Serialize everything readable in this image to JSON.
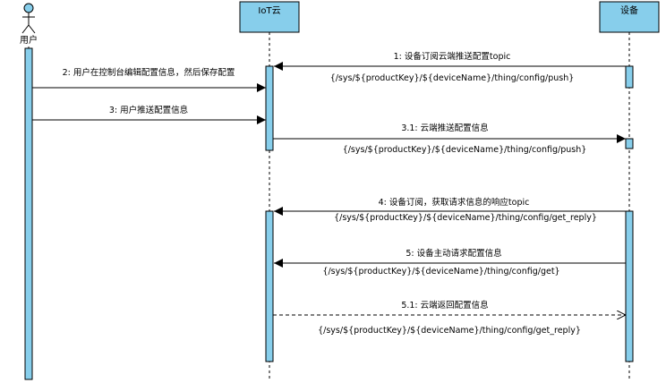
{
  "participants": {
    "user": {
      "label": "用户"
    },
    "cloud": {
      "label": "IoT云"
    },
    "device": {
      "label": "设备"
    }
  },
  "messages": [
    {
      "label": "1: 设备订阅云端推送配置topic",
      "topic": "{/sys/${productKey}/${deviceName}/thing/config/push}",
      "style": "sync"
    },
    {
      "label": "2: 用户在控制台编辑配置信息，然后保存配置",
      "topic": "",
      "style": "sync"
    },
    {
      "label": "3: 用户推送配置信息",
      "topic": "",
      "style": "sync"
    },
    {
      "label": "3.1: 云端推送配置信息",
      "topic": "{/sys/${productKey}/${deviceName}/thing/config/push}",
      "style": "sync"
    },
    {
      "label": "4: 设备订阅，获取请求信息的响应topic",
      "topic": "{/sys/${productKey}/${deviceName}/thing/config/get_reply}",
      "style": "sync"
    },
    {
      "label": "5: 设备主动请求配置信息",
      "topic": "{/sys/${productKey}/${deviceName}/thing/config/get}",
      "style": "sync"
    },
    {
      "label": "5.1: 云端返回配置信息",
      "topic": "{/sys/${productKey}/${deviceName}/thing/config/get_reply}",
      "style": "reply"
    }
  ],
  "colors": {
    "participant_fill": "#87CEEB",
    "activation_fill": "#87CEEB",
    "stroke": "#000000",
    "reply_stroke": "#000000"
  }
}
